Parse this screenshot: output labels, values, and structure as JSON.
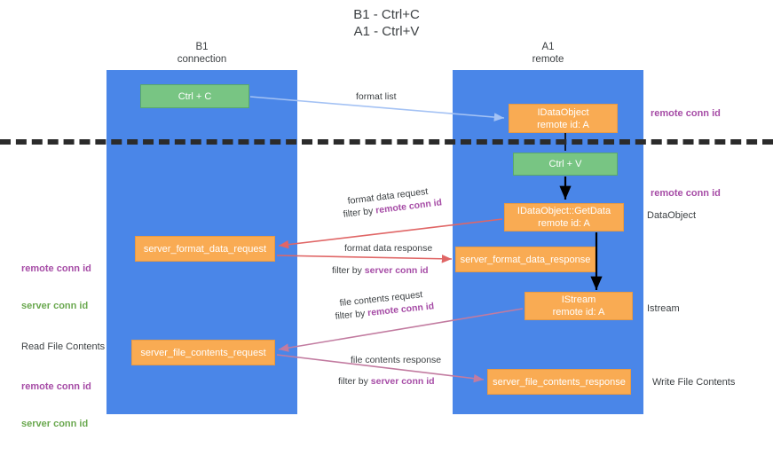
{
  "title": "B1 - Ctrl+C\nA1 - Ctrl+V",
  "lanes": [
    {
      "name": "b1",
      "header": "B1\nconnection",
      "color": "#4a86e8"
    },
    {
      "name": "a1",
      "header": "A1\nremote",
      "color": "#4a86e8"
    }
  ],
  "nodes": {
    "ctrl_c": "Ctrl + C",
    "idataobject": "IDataObject\nremote id: A",
    "ctrl_v": "Ctrl + V",
    "getdata": "IDataObject::GetData\nremote id: A",
    "server_format_data_request": "server_format_data_request",
    "server_format_data_response": "server_format_data_response",
    "istream": "IStream\nremote id: A",
    "server_file_contents_request": "server_file_contents_request",
    "server_file_contents_response": "server_file_contents_response"
  },
  "side_labels": {
    "remote_conn_id_top": "remote conn id",
    "remote_conn_id_mid": "remote conn id",
    "dataobject": "DataObject",
    "istream": "Istream",
    "write_file_contents": "Write File Contents",
    "read_file_contents": "Read File Contents",
    "remote_conn_id": "remote conn id",
    "server_conn_id": "server conn id"
  },
  "edge_labels": {
    "format_list": "format list",
    "format_data_request": "format data request",
    "filter_by_prefix": "filter by ",
    "remote_conn_id": "remote conn id",
    "format_data_response": "format data response",
    "server_conn_id": "server conn id",
    "file_contents_request": "file contents request",
    "file_contents_response": "file contents response"
  },
  "colors": {
    "lane": "#4a86e8",
    "green_node": "#78c583",
    "orange_node": "#f9ab53",
    "purple": "#a64ca6",
    "green_text": "#6aa84f",
    "arrow_blue": "#a4c2f4",
    "arrow_red": "#e06666",
    "arrow_magenta": "#c27ba0",
    "arrow_black": "#000000",
    "divider": "#2b2b2b"
  }
}
